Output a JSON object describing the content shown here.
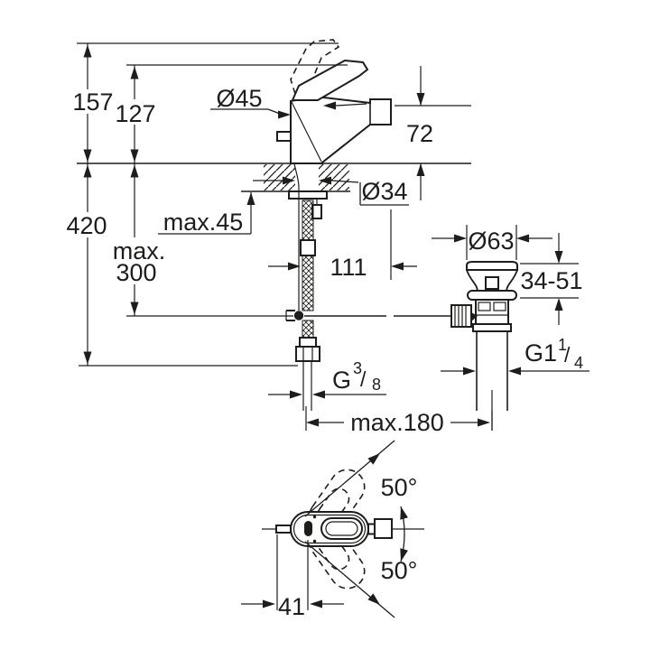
{
  "colors": {
    "line": "#1d1d1b",
    "background": "#ffffff"
  },
  "side_view": {
    "dims": {
      "h157": "157",
      "h127": "127",
      "d45": "Ø45",
      "h72": "72",
      "d34": "Ø34",
      "max45": "max.45",
      "h420": "420",
      "max300_line1": "max.",
      "max300_line2": "300",
      "w111": "111",
      "d63": "Ø63",
      "range34_51": "34-51",
      "g114": {
        "base": "G1",
        "sup": "1",
        "slash": "/",
        "sub": "4"
      },
      "g38": {
        "base": "G",
        "sup": "3",
        "slash": "/",
        "sub": "8"
      },
      "max180": "max.180"
    }
  },
  "top_view": {
    "dims": {
      "angle_upper": "50°",
      "angle_lower": "50°",
      "w41": "41"
    }
  }
}
